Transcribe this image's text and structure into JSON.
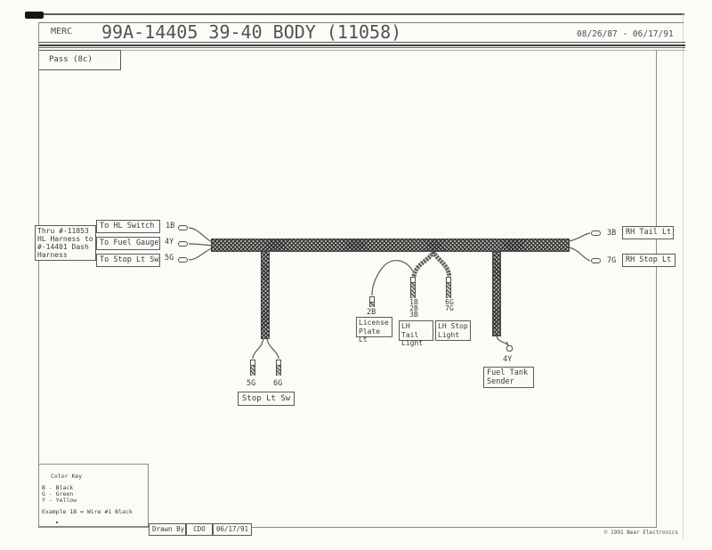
{
  "header": {
    "brand": "MERC",
    "title": "99A-14405 39-40 BODY (11058)",
    "date_range": "08/26/87 - 06/17/91",
    "tab_label": "Pass (8c)"
  },
  "left_harness": {
    "thru_label_lines": [
      "Thru #-11853",
      "HL Harness to",
      "#-14401 Dash",
      "Harness"
    ],
    "connectors": [
      {
        "label": "To HL Switch",
        "wire": "1B"
      },
      {
        "label": "To Fuel Gauge",
        "wire": "4Y"
      },
      {
        "label": "To Stop Lt Sw",
        "wire": "5G"
      }
    ]
  },
  "right_harness": {
    "connectors": [
      {
        "wire": "3B",
        "label": "RH Tail Lt"
      },
      {
        "wire": "7G",
        "label": "RH Stop Lt"
      }
    ]
  },
  "branches": {
    "stop_light_switch": {
      "wires": [
        "5G",
        "6G"
      ],
      "label": "Stop Lt Sw"
    },
    "license_plate_light": {
      "wire": "2B",
      "label_lines": [
        "License",
        "Plate Lt"
      ]
    },
    "lh_tail_light": {
      "wires": [
        "1B",
        "2B",
        "3B"
      ],
      "label_lines": [
        "LH Tail",
        "Light"
      ]
    },
    "lh_stop_light": {
      "wires": [
        "6G",
        "7G"
      ],
      "label_lines": [
        "LH Stop",
        "Light"
      ]
    },
    "fuel_tank_sender": {
      "wire": "4Y",
      "label_lines": [
        "Fuel Tank",
        "Sender"
      ]
    }
  },
  "color_key": {
    "title": "Color Key",
    "entries": [
      "B - Black",
      "G - Green",
      "Y - Yellow"
    ],
    "example": "Example 1B = Wire #1 Black"
  },
  "footer": {
    "drawn_by_label": "Drawn By",
    "drawn_by_initials": "CDO",
    "drawn_date": "06/17/91",
    "copyright": "© 1991 Bear Electronics"
  },
  "colors": {
    "ink": "#3c3c3c",
    "paper": "#fcfbf8",
    "harness_dark": "#454545",
    "harness_light": "#c7c5c0"
  }
}
